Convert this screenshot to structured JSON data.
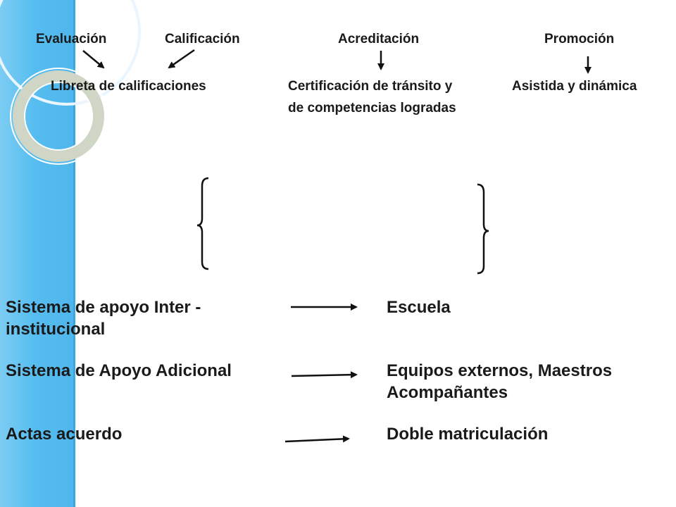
{
  "top_row": {
    "evaluacion": "Evaluación",
    "calificacion": "Calificación",
    "acreditacion": "Acreditación",
    "promocion": "Promoción"
  },
  "second_row": {
    "libreta": "Libreta de calificaciones",
    "certificacion_line1": "Certificación de tránsito y",
    "certificacion_line2": "de competencias logradas",
    "asistida": "Asistida y dinámica"
  },
  "relations": [
    {
      "left": "Sistema de apoyo Inter -",
      "left_cont": "institucional",
      "right": "Escuela",
      "right_cont": ""
    },
    {
      "left": "Sistema de Apoyo Adicional",
      "left_cont": "",
      "right": "Equipos externos, Maestros",
      "right_cont": "Acompañantes"
    },
    {
      "left": "Actas acuerdo",
      "left_cont": "",
      "right": "Doble matriculación",
      "right_cont": ""
    }
  ],
  "colors": {
    "sidebar": "#57bdf0",
    "ring": "#cfd6c6",
    "text": "#1a1a1a"
  }
}
